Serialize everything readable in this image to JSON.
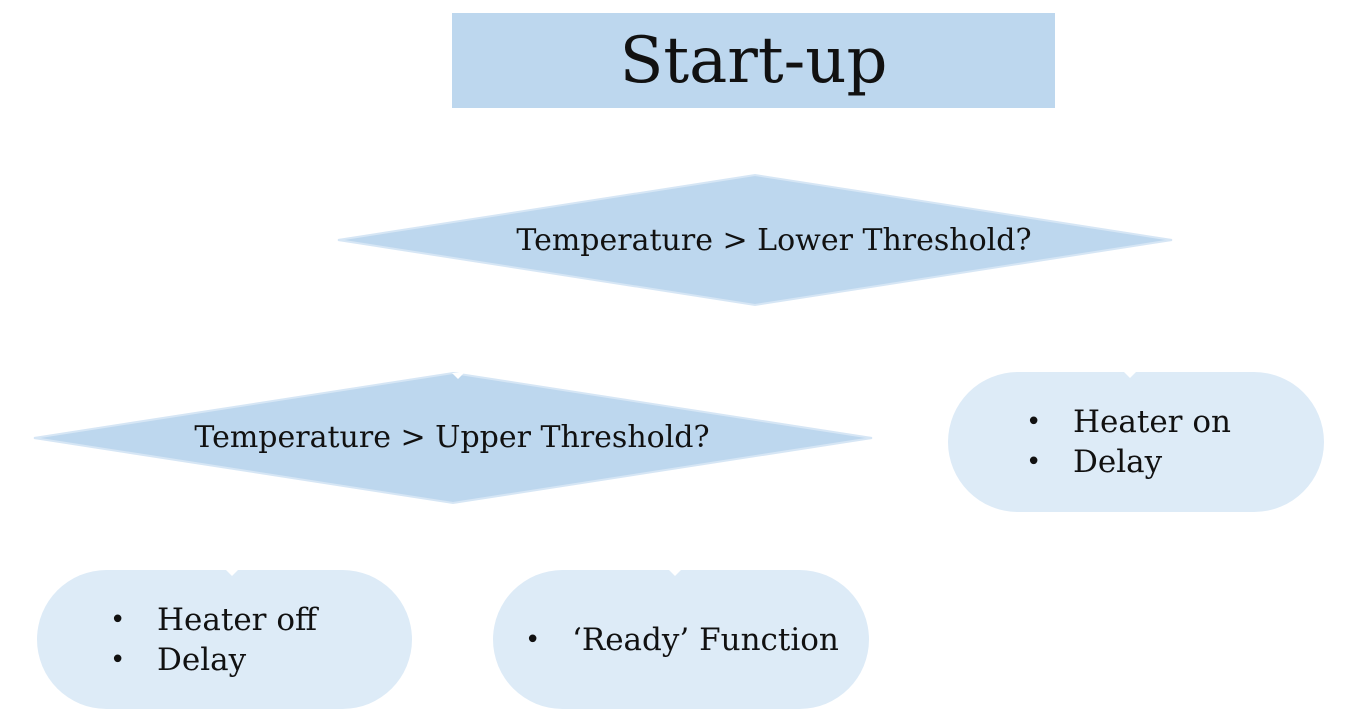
{
  "start": {
    "label": "Start-up"
  },
  "decisions": {
    "lower": {
      "label": "Temperature > Lower Threshold?"
    },
    "upper": {
      "label": "Temperature > Upper Threshold?"
    }
  },
  "actions": {
    "heater_on": {
      "items": [
        "Heater on",
        "Delay"
      ]
    },
    "heater_off": {
      "items": [
        "Heater off",
        "Delay"
      ]
    },
    "ready": {
      "items": [
        "‘Ready’ Function"
      ]
    }
  },
  "bullet_glyph": "•",
  "colors": {
    "start_fill": "#bdd7ee",
    "decision_fill": "#bdd7ee",
    "decision_stroke": "#d6e6f5",
    "action_fill": "#ddebf7",
    "text": "#111111"
  }
}
